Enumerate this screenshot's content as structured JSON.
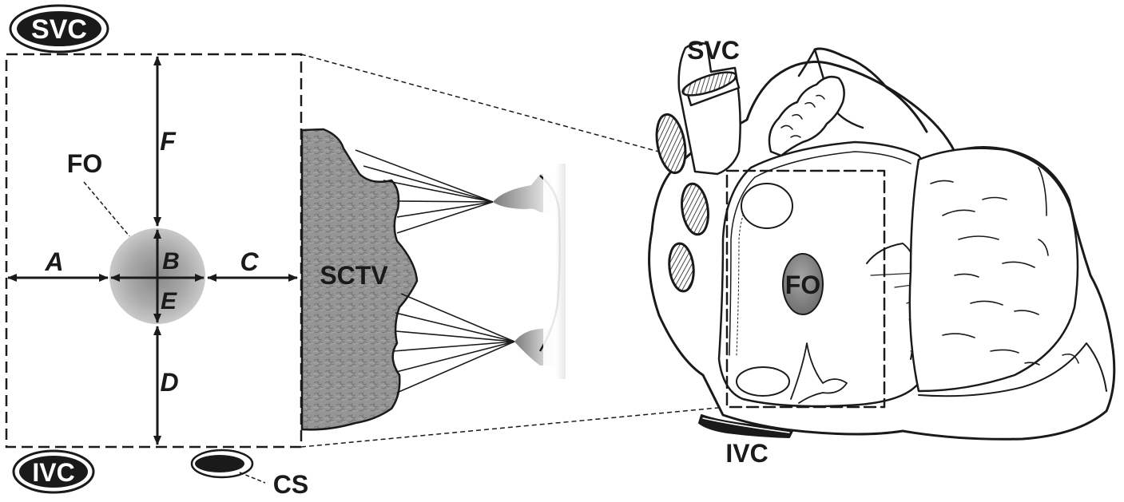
{
  "labels": {
    "svc_left": "SVC",
    "ivc_left": "IVC",
    "cs": "CS",
    "fo_left": "FO",
    "sctv": "SCTV",
    "dim_a": "A",
    "dim_b": "B",
    "dim_c": "C",
    "dim_d": "D",
    "dim_e": "E",
    "dim_f": "F",
    "svc_right": "SVC",
    "ivc_right": "IVC",
    "fo_right": "FO"
  },
  "colors": {
    "ink": "#1a1a1a",
    "fossa_gray": "#b8b8b8",
    "fo_oval_gray": "#8c8c8c",
    "sctv_gray": "#8f8f8f"
  }
}
